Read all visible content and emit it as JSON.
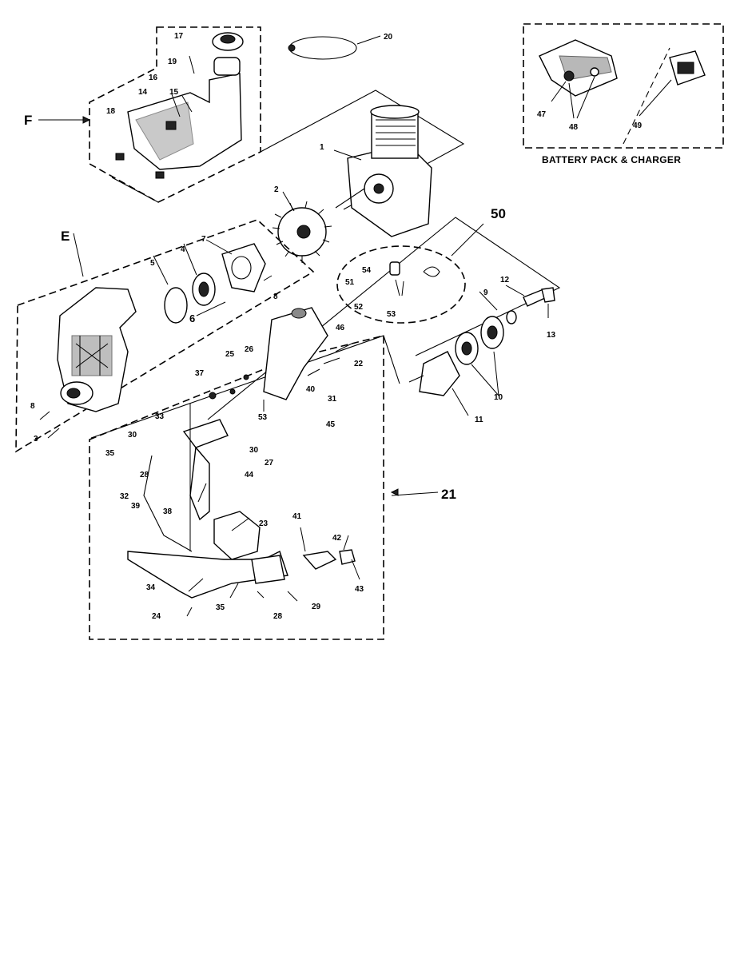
{
  "diagram": {
    "section_labels": {
      "F": "F",
      "E": "E",
      "fifty": "50",
      "twentyone": "21"
    },
    "caption": "BATTERY PACK & CHARGER",
    "callouts": {
      "c1": "1",
      "c2": "2",
      "c3": "3",
      "c4": "4",
      "c5": "5",
      "c6": "6",
      "c7": "7",
      "c8a": "8",
      "c8b": "8",
      "c9": "9",
      "c10": "10",
      "c11": "11",
      "c12": "12",
      "c13": "13",
      "c14": "14",
      "c15": "15",
      "c16": "16",
      "c17": "17",
      "c18": "18",
      "c19": "19",
      "c20": "20",
      "c22": "22",
      "c23": "23",
      "c24": "24",
      "c25": "25",
      "c26": "26",
      "c27": "27",
      "c28a": "28",
      "c28b": "28",
      "c29": "29",
      "c30a": "30",
      "c30b": "30",
      "c31": "31",
      "c32": "32",
      "c33": "33",
      "c34": "34",
      "c35a": "35",
      "c35b": "35",
      "c37": "37",
      "c38": "38",
      "c39": "39",
      "c40": "40",
      "c41": "41",
      "c42": "42",
      "c43": "43",
      "c44": "44",
      "c45": "45",
      "c46": "46",
      "c47": "47",
      "c48": "48",
      "c49": "49",
      "c51": "51",
      "c52": "52",
      "c53a": "53",
      "c53b": "53",
      "c54": "54"
    }
  }
}
